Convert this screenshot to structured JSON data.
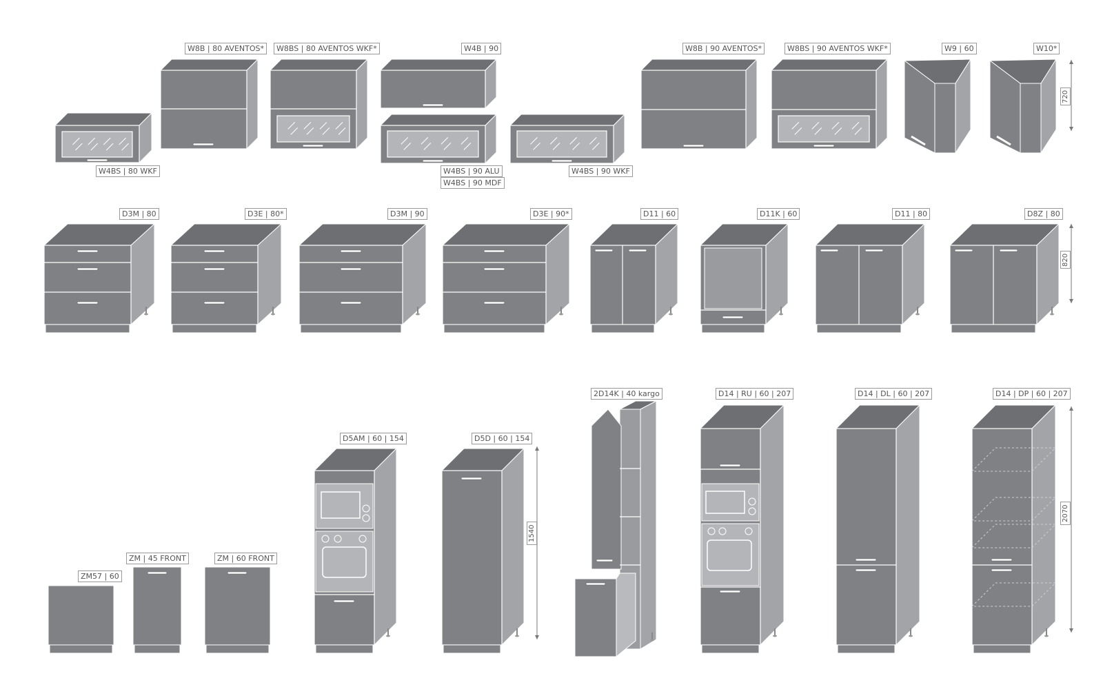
{
  "colors": {
    "body": "#808184",
    "side": "#a3a4a7",
    "top": "#6e6f72",
    "line": "#ffffff",
    "glass": "#b4b5b8",
    "label_border": "#9a9a9a"
  },
  "labels": {
    "w4bs_80_wkf": "W4BS | 80 WKF",
    "w8b_80_aventos": "W8B | 80 AVENTOS*",
    "w8bs_80_aventos_wkf": "W8BS | 80 AVENTOS WKF*",
    "w4b_90": "W4B | 90",
    "w4bs_90_alu": "W4BS | 90 ALU",
    "w4bs_90_mdf": "W4BS | 90 MDF",
    "w4bs_90_wkf": "W4BS | 90 WKF",
    "w8b_90_aventos": "W8B | 90 AVENTOS*",
    "w8bs_90_aventos_wkf": "W8BS | 90 AVENTOS WKF*",
    "w9_60": "W9 | 60",
    "w10": "W10*",
    "d3m_80": "D3M | 80",
    "d3e_80": "D3E | 80*",
    "d3m_90": "D3M | 90",
    "d3e_90": "D3E | 90*",
    "d11_60": "D11 | 60",
    "d11k_60": "D11K | 60",
    "d11_80": "D11 | 80",
    "d8z_80": "D8Z | 80",
    "zm57_60": "ZM57 | 60",
    "zm_45_front": "ZM | 45 FRONT",
    "zm_60_front": "ZM | 60 FRONT",
    "d5am_60_154": "D5AM | 60 | 154",
    "d5d_60_154": "D5D | 60 | 154",
    "d2d14k_40_kargo": "2D14K | 40 kargo",
    "d14_ru": "D14 | RU | 60 | 207",
    "d14_dl": "D14 | DL | 60 | 207",
    "d14_dp": "D14 | DP | 60 | 207"
  },
  "dimensions": {
    "wall_height": "720",
    "base_height": "820",
    "tall_154_height": "1540",
    "tall_207_height": "2070"
  }
}
